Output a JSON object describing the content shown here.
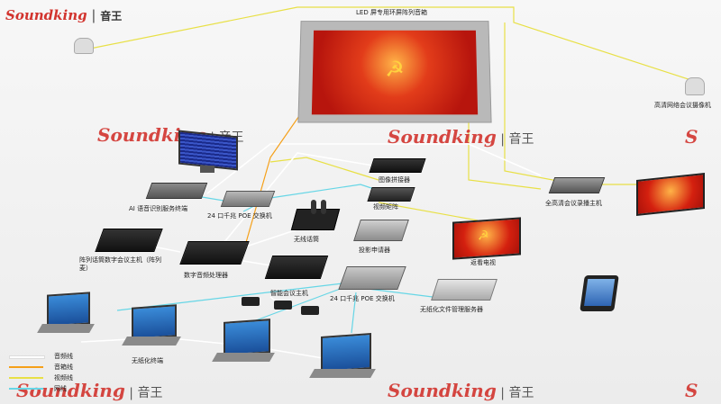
{
  "brand": {
    "logo_text": "Soundking",
    "logo_cn": "音王"
  },
  "title": "LED 屏专用环屏阵列音箱",
  "labels": {
    "camera_right": "高清网络会议摄像机",
    "ai_server": "AI 语音识别服务终端",
    "poe_switch_top": "24 口千兆 POE 交换机",
    "wireless_mic": "无线话筒",
    "image_splicer": "图像拼接器",
    "video_matrix": "视频矩阵",
    "recorder": "全高清会议录播主机",
    "projector": "投影申请器",
    "tv": "返看电视",
    "array_host": "阵列话筒数字会议主机（阵列麦）",
    "dsp": "数字音频处理器",
    "conf_host": "智能会议主机",
    "poe_switch_bottom": "24 口千兆 POE 交换机",
    "paperless_server": "无纸化文件管理服务器",
    "paperless_terminal": "无纸化终端"
  },
  "legend": [
    {
      "label": "音频线",
      "color": "#ffffff"
    },
    {
      "label": "音箱线",
      "color": "#f5a019"
    },
    {
      "label": "视频线",
      "color": "#e8e046"
    },
    {
      "label": "网线",
      "color": "#66d6e6"
    }
  ],
  "colors": {
    "audio": "#ffffff",
    "speaker": "#f5a019",
    "video": "#e8e046",
    "network": "#66d6e6",
    "brand_red": "#d2342e"
  }
}
